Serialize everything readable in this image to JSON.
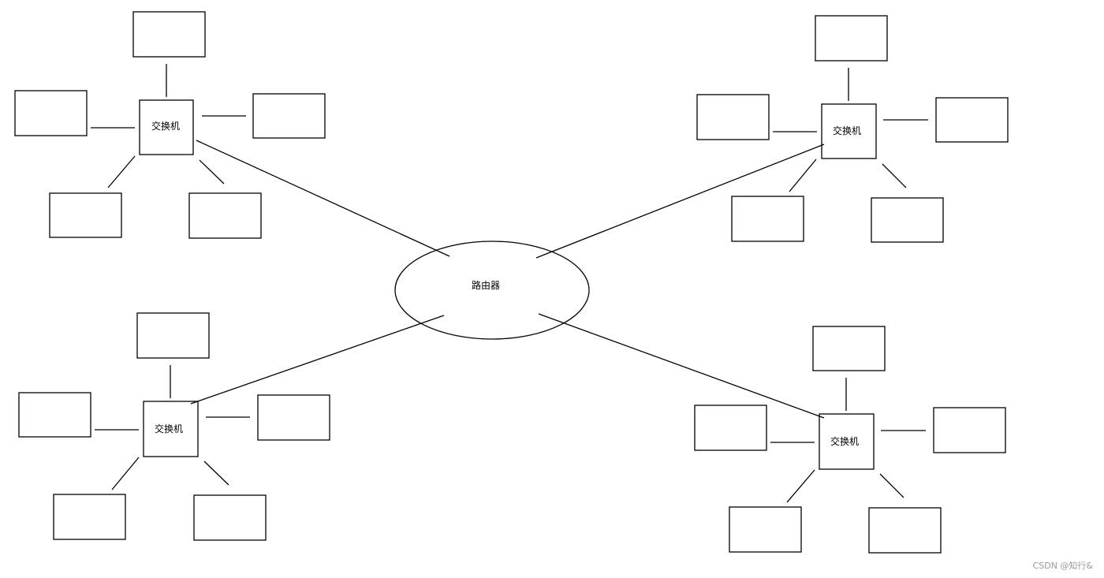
{
  "diagram": {
    "router_label": "路由器",
    "switches": [
      {
        "label": "交换机"
      },
      {
        "label": "交换机"
      },
      {
        "label": "交换机"
      },
      {
        "label": "交换机"
      }
    ]
  },
  "watermark": "CSDN @知行&",
  "colors": {
    "stroke": "#000000",
    "background": "#ffffff",
    "watermark": "#9a9a9a"
  }
}
